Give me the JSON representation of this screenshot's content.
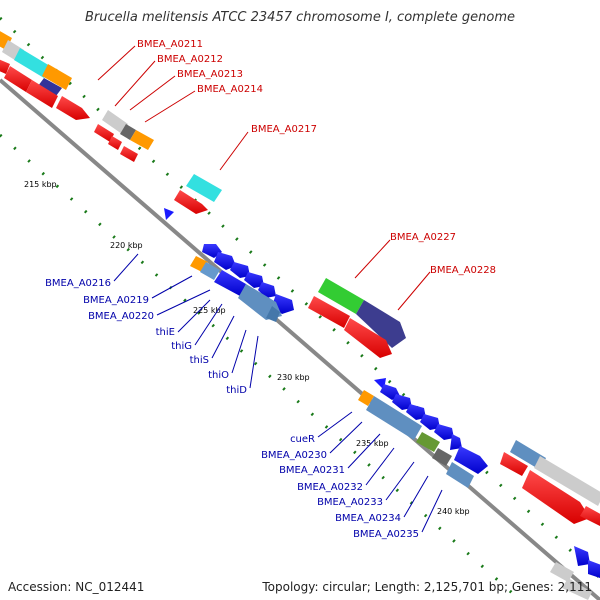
{
  "title": "Brucella melitensis ATCC 23457 chromosome I, complete genome",
  "accession_text": "Accession: NC_012441",
  "summary_text": "Topology: circular; Length: 2,125,701 bp; Genes: 2,111",
  "colors": {
    "forward_label": "#cc0000",
    "reverse_label": "#0000aa",
    "backbone": "#888888",
    "ruler": "#1a7a1a"
  },
  "tick_labels": [
    "215 kbp",
    "220 kbp",
    "225 kbp",
    "230 kbp",
    "235 kbp",
    "240 kbp"
  ],
  "forward_gene_labels": [
    "BMEA_A0211",
    "BMEA_A0212",
    "BMEA_A0213",
    "BMEA_A0214",
    "BMEA_A0217",
    "BMEA_A0227",
    "BMEA_A0228"
  ],
  "reverse_gene_labels": [
    "BMEA_A0216",
    "BMEA_A0219",
    "BMEA_A0220",
    "thiE",
    "thiG",
    "thiS",
    "thiO",
    "thiD",
    "cueR",
    "BMEA_A0230",
    "BMEA_A0231",
    "BMEA_A0232",
    "BMEA_A0233",
    "BMEA_A0234",
    "BMEA_A0235"
  ]
}
